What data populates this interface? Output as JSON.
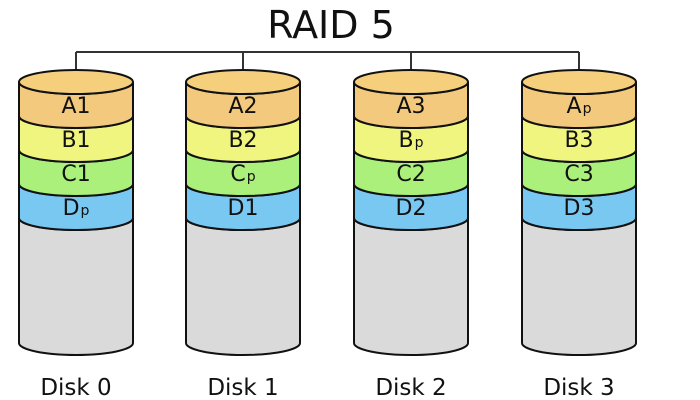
{
  "title": "RAID 5",
  "colors": {
    "stroke": "#111111",
    "line": "#333333",
    "row_A": "#f2c97d",
    "row_A_top": "#f5cf7c",
    "row_B": "#f0f57f",
    "row_C": "#aaf07a",
    "row_D": "#79c8f2",
    "empty": "#dadada"
  },
  "disks": [
    {
      "label": "Disk 0",
      "blocks": [
        {
          "row": "A",
          "main": "A",
          "sub": "1",
          "parity": false
        },
        {
          "row": "B",
          "main": "B",
          "sub": "1",
          "parity": false
        },
        {
          "row": "C",
          "main": "C",
          "sub": "1",
          "parity": false
        },
        {
          "row": "D",
          "main": "D",
          "sub": "p",
          "parity": true
        }
      ]
    },
    {
      "label": "Disk 1",
      "blocks": [
        {
          "row": "A",
          "main": "A",
          "sub": "2",
          "parity": false
        },
        {
          "row": "B",
          "main": "B",
          "sub": "2",
          "parity": false
        },
        {
          "row": "C",
          "main": "C",
          "sub": "p",
          "parity": true
        },
        {
          "row": "D",
          "main": "D",
          "sub": "1",
          "parity": false
        }
      ]
    },
    {
      "label": "Disk 2",
      "blocks": [
        {
          "row": "A",
          "main": "A",
          "sub": "3",
          "parity": false
        },
        {
          "row": "B",
          "main": "B",
          "sub": "p",
          "parity": true
        },
        {
          "row": "C",
          "main": "C",
          "sub": "2",
          "parity": false
        },
        {
          "row": "D",
          "main": "D",
          "sub": "2",
          "parity": false
        }
      ]
    },
    {
      "label": "Disk 3",
      "blocks": [
        {
          "row": "A",
          "main": "A",
          "sub": "p",
          "parity": true
        },
        {
          "row": "B",
          "main": "B",
          "sub": "3",
          "parity": false
        },
        {
          "row": "C",
          "main": "C",
          "sub": "3",
          "parity": false
        },
        {
          "row": "D",
          "main": "D",
          "sub": "3",
          "parity": false
        }
      ]
    }
  ]
}
